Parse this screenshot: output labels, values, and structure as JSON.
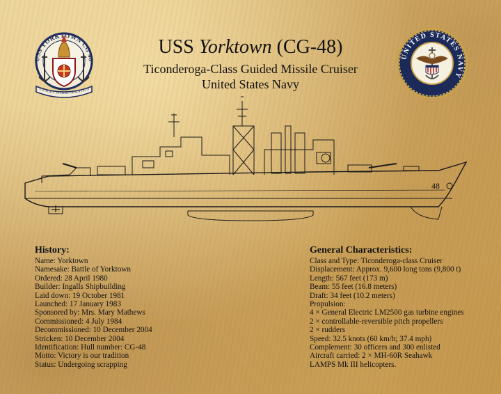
{
  "header": {
    "title_prefix": "USS ",
    "title_italic": "Yorktown",
    "title_suffix": " (CG-48)",
    "subtitle": "Ticonderoga-Class Guided Missile Cruiser",
    "service": "United States Navy"
  },
  "crest": {
    "ring_text": "USS YORKTOWN CG 48",
    "motto_scroll": "VICTORY IS OUR TRADITION",
    "icon": "ship-crest-icon"
  },
  "seal": {
    "ring_text": "UNITED STATES NAVY",
    "icon": "navy-seal-icon",
    "colors": {
      "ring": "#1c2a5a",
      "rope": "#c9a24a"
    }
  },
  "ship_profile": {
    "hull_number": "48",
    "icon": "cruiser-profile-icon"
  },
  "history": {
    "heading": "History:",
    "lines": [
      "Name: Yorktown",
      "Namesake:  Battle of Yorktown",
      "Ordered: 28 April 1980",
      "Builder: Ingalls Shipbuilding",
      "Laid down: 19 October 1981",
      "Launched: 17 January 1983",
      "Sponsored by: Mrs. Mary Mathews",
      "Commissioned: 4 July 1984",
      "Decommissioned: 10 December 2004",
      "Stricken: 10 December 2004",
      "Identification: Hull number: CG-48",
      "Motto: Victory is our tradition",
      "Status:  Undergoing scrapping"
    ]
  },
  "characteristics": {
    "heading": "General Characteristics:",
    "lines": [
      "Class and Type: Ticonderoga-class Cruiser",
      "Displacement:  Approx. 9,600 long tons (9,800 t)",
      "Length:  567 feet (173 m)",
      "Beam:  55 feet (16.8 meters)",
      "Draft:  34 feet (10.2 meters)",
      "Propulsion:",
      "4 × General Electric LM2500 gas turbine engines",
      "2 × controllable-reversible pitch propellers",
      "2 × rudders",
      "Speed: 32.5 knots (60 km/h; 37.4 mph)",
      "Complement:  30 officers and 300 enlisted",
      "Aircraft carried: 2 × MH-60R Seahawk",
      "LAMPS Mk III helicopters."
    ]
  }
}
